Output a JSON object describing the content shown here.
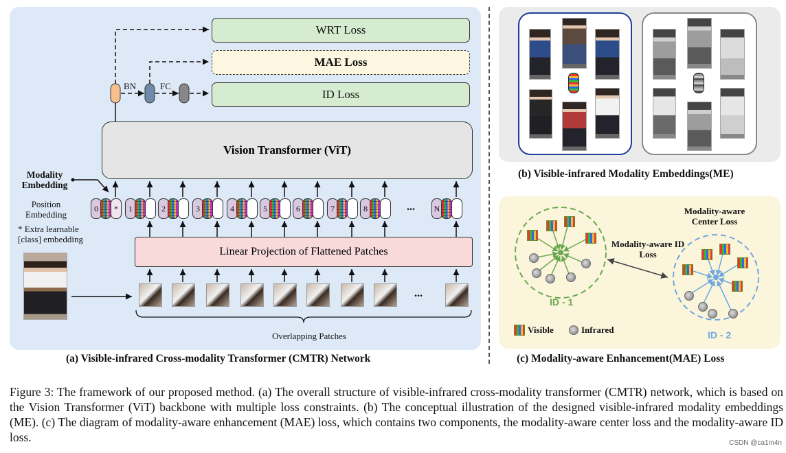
{
  "panel_a": {
    "losses": {
      "wrt": "WRT Loss",
      "mae": "MAE Loss",
      "id": "ID Loss"
    },
    "bn_label": "BN",
    "fc_label": "FC",
    "vit_label": "Vision Transformer (ViT)",
    "modality_embedding_label": "Modality Embedding",
    "position_embedding_label": "Position Embedding",
    "extra_note": "* Extra learnable [class] embedding",
    "projection_label": "Linear Projection of Flattened Patches",
    "patches_label": "Overlapping Patches",
    "token_labels": [
      "0",
      "*",
      "1",
      "2",
      "3",
      "4",
      "5",
      "6",
      "7",
      "8",
      "...",
      "N"
    ],
    "patch_ellipsis": "...",
    "caption": "(a) Visible-infrared Cross-modality Transformer (CMTR) Network"
  },
  "panel_b": {
    "caption": "(b) Visible-infrared Modality Embeddings(ME)"
  },
  "panel_c": {
    "center_loss_label": "Modality-aware Center Loss",
    "id_loss_label": "Modality-aware ID Loss",
    "id1": "ID - 1",
    "id2": "ID - 2",
    "legend_visible": "Visible",
    "legend_infrared": "Infrared",
    "caption": "(c) Modality-aware Enhancement(MAE) Loss"
  },
  "figure_caption": "Figure 3: The framework of our proposed method. (a) The overall structure of visible-infrared cross-modality transformer (CMTR) network, which is based on the Vision Transformer (ViT) backbone with multiple loss constraints. (b) The conceptual illustration of the designed visible-infrared modality embeddings (ME). (c) The diagram of modality-aware enhancement (MAE) loss, which contains two components, the modality-aware center loss and the modality-aware ID loss.",
  "watermark": "CSDN @ca1m4n",
  "colors": {
    "panel_a_bg": "#dde9f7",
    "wrt_box": "#d6ecd0",
    "mae_box": "#fdf6e0",
    "id_box": "#d6ecd0",
    "bn_node": "#f6c08e",
    "fc_node": "#6d8aa8",
    "out_node": "#888888",
    "visible_border": "#1f3d99",
    "infrared_border": "#888888",
    "cluster1": "#6aa84f",
    "cluster2": "#6fa8dc"
  }
}
